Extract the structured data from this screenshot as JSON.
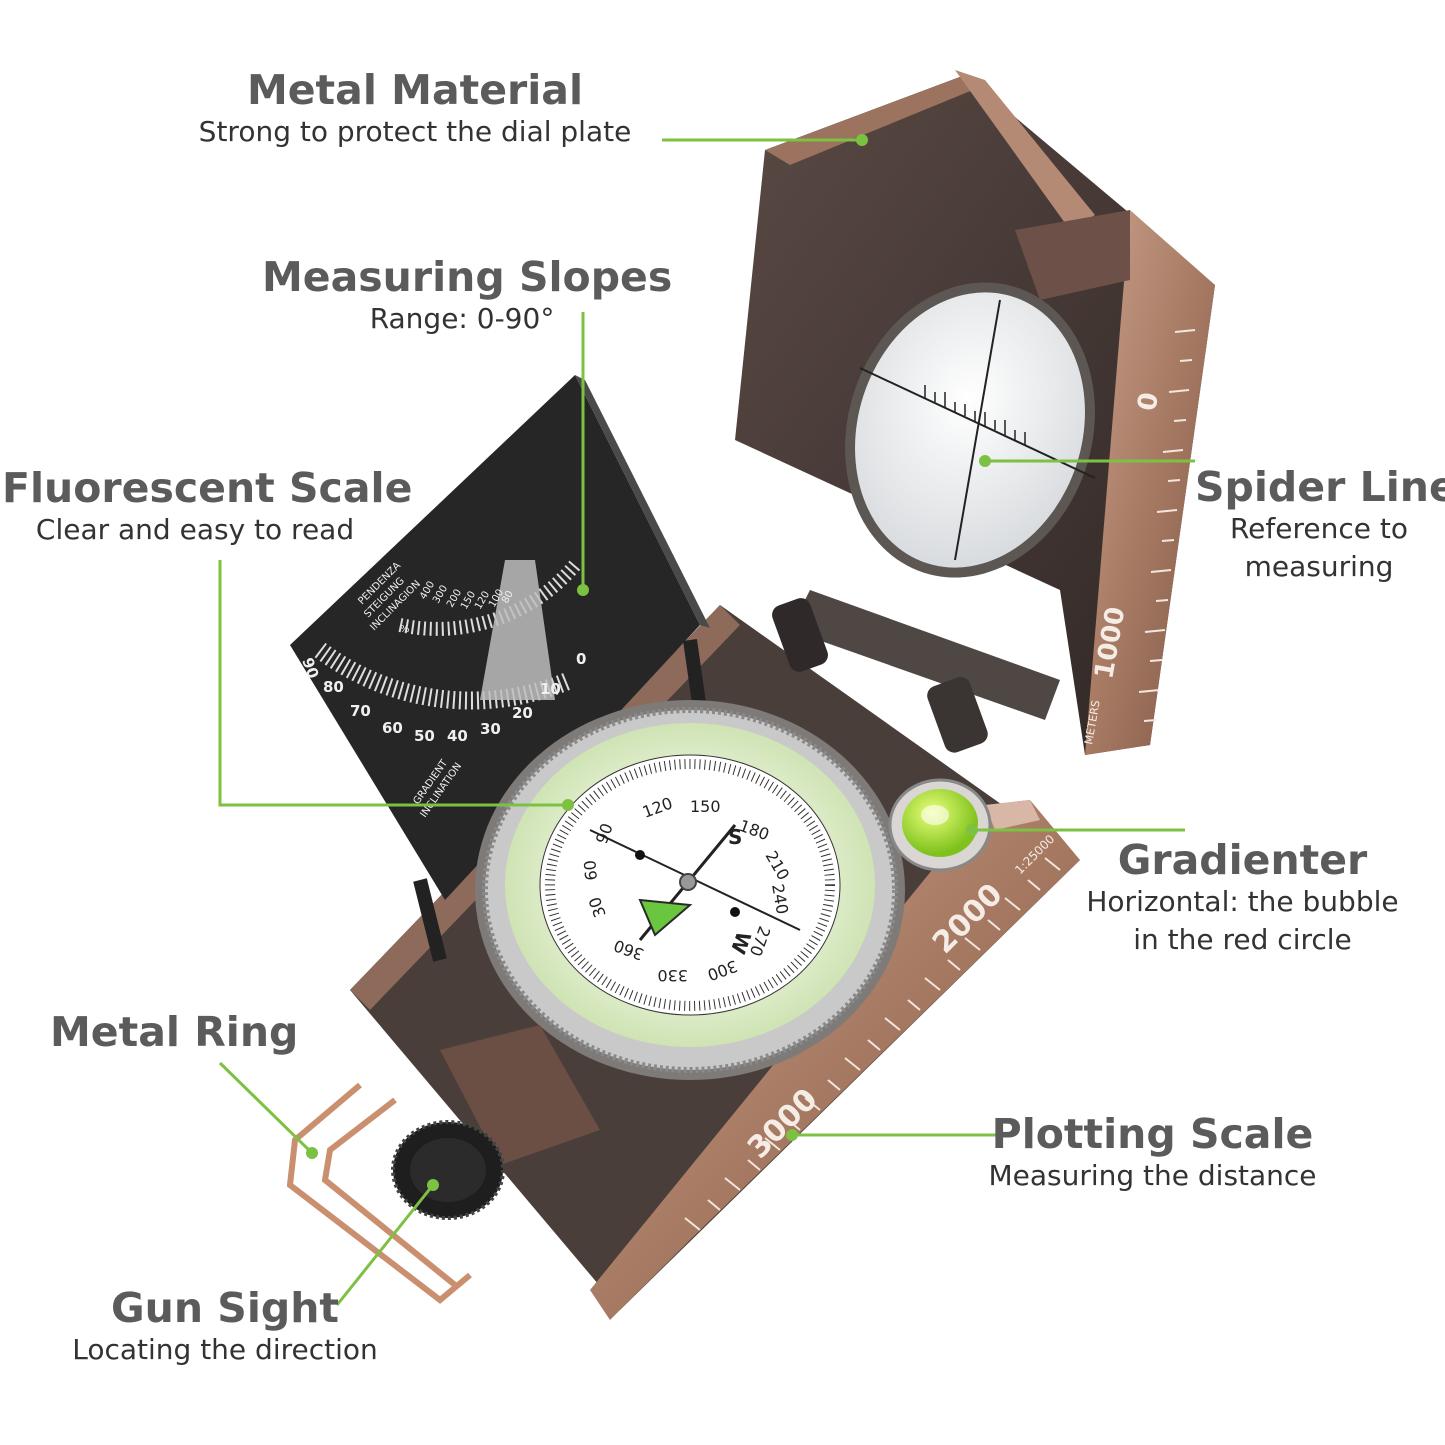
{
  "callouts": {
    "metal_material": {
      "title": "Metal Material",
      "subtitle": "Strong to protect the dial plate"
    },
    "measuring_slopes": {
      "title": "Measuring Slopes",
      "subtitle": "Range: 0-90°"
    },
    "fluorescent_scale": {
      "title": "Fluorescent Scale",
      "subtitle": "Clear and easy to read"
    },
    "spider_line": {
      "title": "Spider Line",
      "subtitle_1": "Reference to",
      "subtitle_2": "measuring"
    },
    "gradienter": {
      "title": "Gradienter",
      "subtitle_1": "Horizontal: the bubble",
      "subtitle_2": "in the red circle"
    },
    "metal_ring": {
      "title": "Metal Ring"
    },
    "plotting_scale": {
      "title": "Plotting Scale",
      "subtitle": "Measuring the distance"
    },
    "gun_sight": {
      "title": "Gun Sight",
      "subtitle": "Locating the direction"
    }
  },
  "product_markings": {
    "lid_scale": [
      "0",
      "1000"
    ],
    "lid_unit": "METERS",
    "base_scale": [
      "2000",
      "3000"
    ],
    "base_ratio": "1:25000",
    "clinometer_words": [
      "PENDENZA",
      "STEIGUNG",
      "INCLINAGION",
      "GRADIENT",
      "INCLINATION"
    ],
    "clinometer_degrees": [
      "90",
      "80",
      "70",
      "60",
      "50",
      "40",
      "30",
      "20",
      "10",
      "0"
    ],
    "clinometer_percent": [
      "%",
      "400",
      "300",
      "200",
      "150",
      "120",
      "100",
      "80"
    ],
    "dial_numbers": [
      "120",
      "150",
      "180",
      "210",
      "240",
      "270",
      "300",
      "330",
      "360",
      "30",
      "60",
      "90"
    ],
    "dial_letters": [
      "S",
      "W"
    ]
  },
  "colors": {
    "accent_green": "#7dc142",
    "bronze": "#b98b72",
    "dark_bronze": "#3f3431",
    "title_gray": "#5b5b5b"
  }
}
